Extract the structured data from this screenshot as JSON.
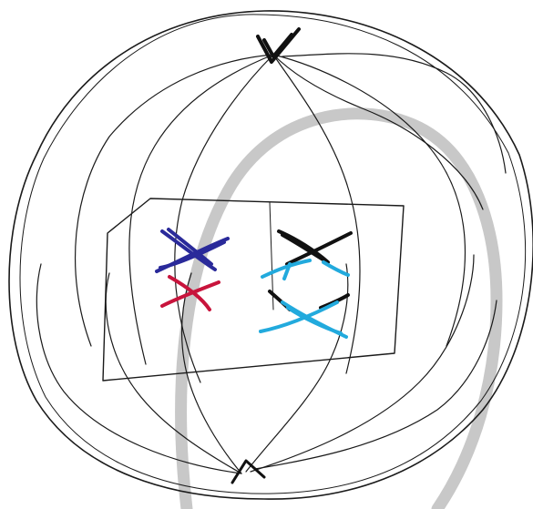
{
  "image": {
    "kind": "hand-drawn sketch",
    "background_color": "#ffffff",
    "ink_color": "#1a1a1a",
    "watermark_color": "#c8c8c8"
  },
  "crosses": [
    {
      "name": "cross-navy",
      "color": "#2a2a9a"
    },
    {
      "name": "cross-crimson",
      "color": "#c8143c"
    },
    {
      "name": "cross-black",
      "color": "#111111"
    },
    {
      "name": "cross-cyan",
      "color": "#22aadd"
    }
  ]
}
